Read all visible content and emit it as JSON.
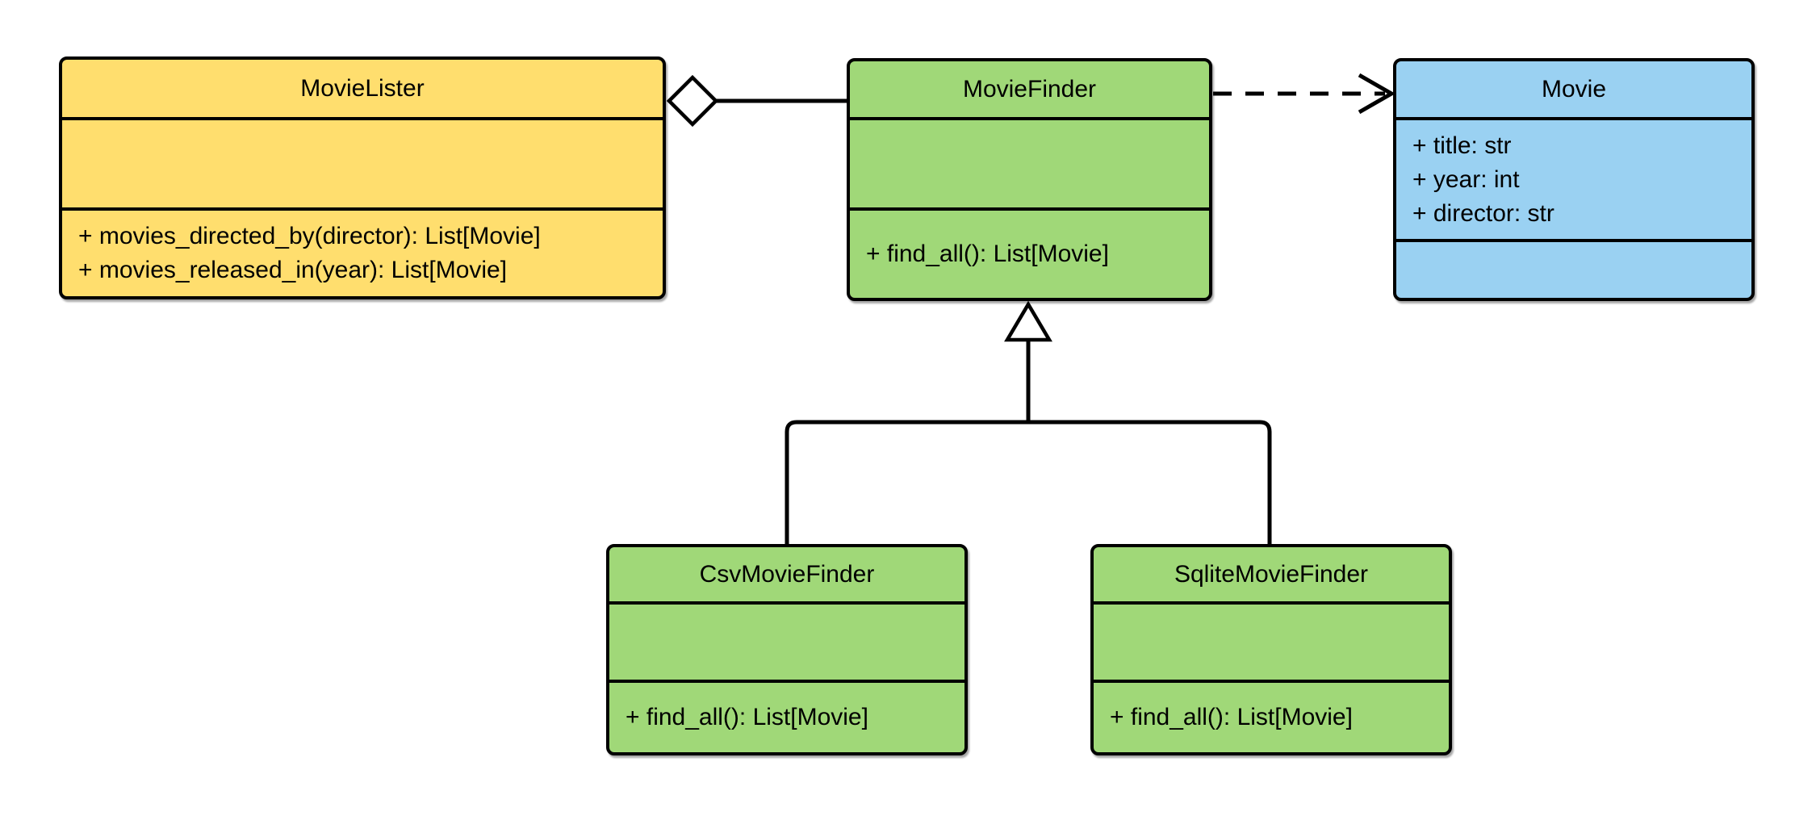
{
  "colors": {
    "yellow_fill": "#FFDE6E",
    "green_fill": "#A0D878",
    "blue_fill": "#9AD1F2",
    "stroke": "#000000",
    "background": "#FFFFFF"
  },
  "classes": {
    "movie_lister": {
      "name": "MovieLister",
      "fill": "#FFDE6E",
      "attributes": [],
      "methods": [
        "+ movies_directed_by(director): List[Movie]",
        "+ movies_released_in(year): List[Movie]"
      ]
    },
    "movie_finder": {
      "name": "MovieFinder",
      "fill": "#A0D878",
      "attributes": [],
      "methods": [
        "+ find_all(): List[Movie]"
      ]
    },
    "movie": {
      "name": "Movie",
      "fill": "#9AD1F2",
      "attributes": [
        "+ title: str",
        "+ year: int",
        "+ director: str"
      ],
      "methods": []
    },
    "csv_movie_finder": {
      "name": "CsvMovieFinder",
      "fill": "#A0D878",
      "attributes": [],
      "methods": [
        "+ find_all(): List[Movie]"
      ]
    },
    "sqlite_movie_finder": {
      "name": "SqliteMovieFinder",
      "fill": "#A0D878",
      "attributes": [],
      "methods": [
        "+ find_all(): List[Movie]"
      ]
    }
  },
  "relationships": [
    {
      "type": "aggregation",
      "from": "MovieLister",
      "to": "MovieFinder",
      "line": "solid",
      "marker": "hollow-diamond-at-MovieLister"
    },
    {
      "type": "dependency",
      "from": "MovieFinder",
      "to": "Movie",
      "line": "dashed",
      "marker": "open-arrow-at-Movie"
    },
    {
      "type": "generalization",
      "from": "CsvMovieFinder",
      "to": "MovieFinder",
      "line": "solid",
      "marker": "hollow-triangle-at-MovieFinder"
    },
    {
      "type": "generalization",
      "from": "SqliteMovieFinder",
      "to": "MovieFinder",
      "line": "solid",
      "marker": "hollow-triangle-at-MovieFinder"
    }
  ]
}
